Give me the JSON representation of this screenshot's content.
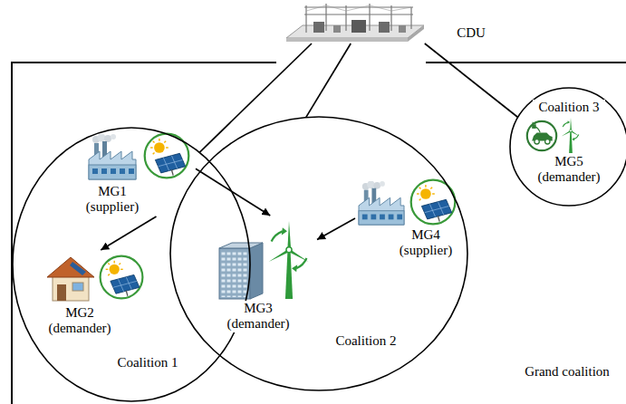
{
  "diagram": {
    "nodes": [
      {
        "text": [
          "CDU"
        ]
      },
      {
        "text": [
          "Grand coalition"
        ]
      },
      {
        "text": [
          "Coalition 1"
        ],
        "in": 1
      },
      {
        "text": [
          "MG1 (supplier)"
        ],
        "in": 2
      },
      {
        "text": [
          "MG2 (demander)"
        ],
        "in": 2
      },
      {
        "text": [
          "MG3 (demander)"
        ],
        "in": 2
      },
      {
        "text": [
          "Coalition 2"
        ],
        "in": 1
      },
      {
        "text": [
          "MG4 (supplier)"
        ],
        "in": 6
      },
      {
        "text": [
          "Coalition 3"
        ],
        "in": 1
      },
      {
        "text": [
          "MG5 (demander)"
        ],
        "in": 8
      }
    ],
    "edges": [
      {
        "from": 0,
        "to": 2,
        "arrow": "none"
      },
      {
        "from": 0,
        "to": 6,
        "arrow": "none"
      },
      {
        "from": 0,
        "to": 8,
        "arrow": "none"
      },
      {
        "from": 3,
        "to": 4,
        "arrow": "to"
      },
      {
        "from": 3,
        "to": 5,
        "arrow": "to"
      },
      {
        "from": 7,
        "to": 5,
        "arrow": "to"
      }
    ]
  }
}
